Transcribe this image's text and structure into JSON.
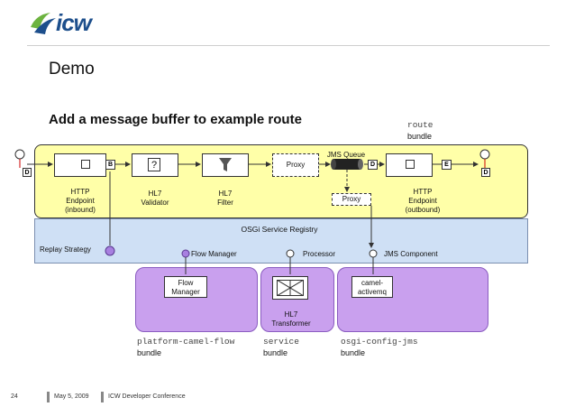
{
  "logo": {
    "text": "icw"
  },
  "slide": {
    "title": "Demo",
    "subtitle": "Add a message buffer to example route"
  },
  "route_bundle": {
    "name_mono": "route",
    "name": "bundle"
  },
  "route_nodes": {
    "http_in": "HTTP\nEndpoint\n(inbound)",
    "validator": "HL7\nValidator",
    "validator_icon_text": "?",
    "filter": "HL7\nFilter",
    "proxy": "Proxy",
    "jms_queue": "JMS Queue",
    "proxy2": "Proxy",
    "http_out": "HTTP\nEndpoint\n(outbound)"
  },
  "tags": {
    "b": "B",
    "d": "D",
    "e": "E",
    "d_left": "D",
    "d_right": "D"
  },
  "registry": {
    "title": "OSGi Service Registry",
    "replay": "Replay Strategy",
    "flow_manager": "Flow Manager",
    "processor": "Processor",
    "jms_component": "JMS Component"
  },
  "bundles": [
    {
      "inner": "Flow\nManager",
      "mono": "platform-camel-flow",
      "name": "bundle"
    },
    {
      "inner": "HL7\nTransformer",
      "mono": "service",
      "name": "bundle"
    },
    {
      "inner": "camel-\nactivemq",
      "mono": "osgi-config-jms",
      "name": "bundle"
    }
  ],
  "footer": {
    "page": "24",
    "date": "May 5, 2009",
    "event": "ICW Developer Conference"
  },
  "colors": {
    "route_fill": "#ffffa8",
    "registry_fill": "#cfe0f5",
    "bundle_fill": "#c9a0ee",
    "logo_blue": "#1d4f8c",
    "logo_green": "#6cb33f"
  }
}
